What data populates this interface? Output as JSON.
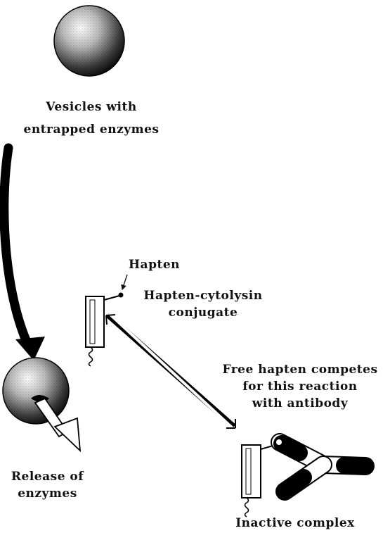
{
  "labels": {
    "vesicles_line1": "Vesicles with",
    "vesicles_line2": "entrapped enzymes",
    "hapten": "Hapten",
    "conjugate_line1": "Hapten-cytolysin",
    "conjugate_line2": "conjugate",
    "competes_line1": "Free hapten competes",
    "competes_line2": "for this reaction",
    "competes_line3": "with antibody",
    "release_line1": "Release of",
    "release_line2": "enzymes",
    "inactive": "Inactive complex"
  }
}
